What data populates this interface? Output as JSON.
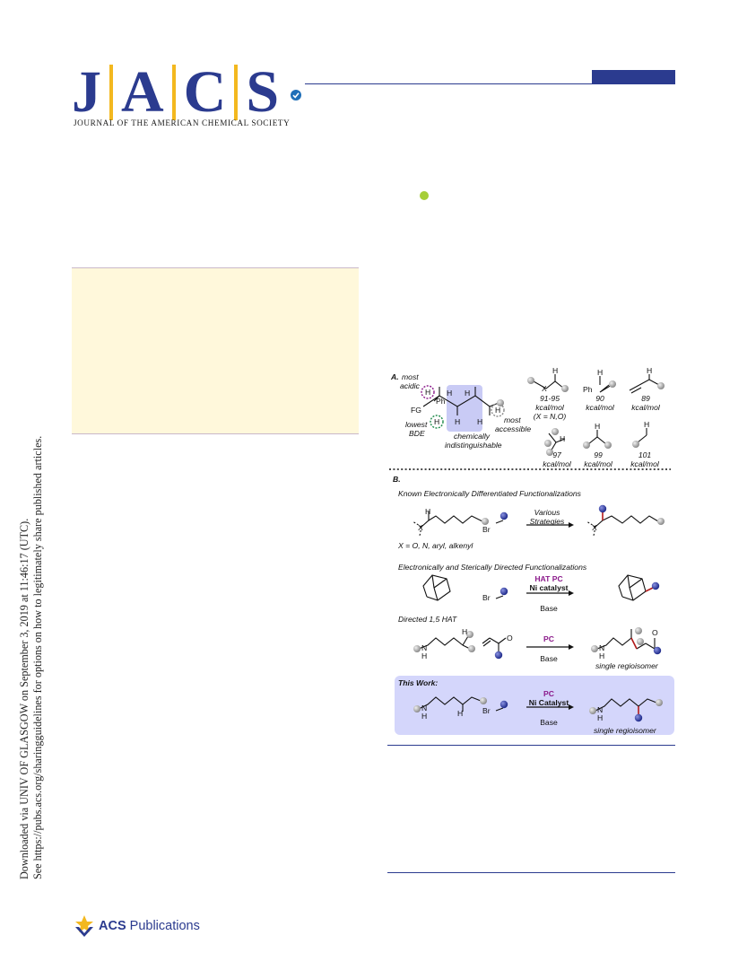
{
  "journal": {
    "logo_letters": [
      "J",
      "A",
      "C",
      "S"
    ],
    "logo_subtitle": "JOURNAL OF THE AMERICAN CHEMICAL SOCIETY"
  },
  "download_notice": {
    "line1": "Downloaded via UNIV OF GLASGOW on September 3, 2019 at 11:46:17 (UTC).",
    "line2": "See https://pubs.acs.org/sharingguidelines for options on how to legitimately share published articles."
  },
  "figure": {
    "panel_a": {
      "label": "A.",
      "most_acidic_1": "most",
      "most_acidic_2": "acidic",
      "lowest_bde_1": "lowest",
      "lowest_bde_2": "BDE",
      "fg": "FG",
      "ph": "Ph",
      "h": "H",
      "x": "X",
      "chem_indist_1": "chemically",
      "chem_indist_2": "indistinguishable",
      "most_accessible_1": "most",
      "most_accessible_2": "accessible",
      "bde_values": [
        {
          "l1": "91-95",
          "l2": "kcal/mol",
          "l3": "(X = N,O)"
        },
        {
          "l1": "90",
          "l2": "kcal/mol"
        },
        {
          "l1": "89",
          "l2": "kcal/mol"
        },
        {
          "l1": "97",
          "l2": "kcal/mol"
        },
        {
          "l1": "99",
          "l2": "kcal/mol"
        },
        {
          "l1": "101",
          "l2": "kcal/mol"
        }
      ]
    },
    "panel_b": {
      "label": "B.",
      "section1": "Known Electronically Differentiated Functionalizations",
      "various_1": "Various",
      "various_2": "Strategies",
      "x_def": "X = O, N, aryl, alkenyl",
      "br": "Br",
      "x": "X",
      "h": "H",
      "n": "N",
      "o": "O",
      "section2": "Electronically and Sterically Directed Functionalizations",
      "hat_pc": "HAT PC",
      "ni_catalyst": "Ni catalyst",
      "base": "Base",
      "section3": "Directed 1,5 HAT",
      "pc": "PC",
      "single_regio": "single regioisomer",
      "this_work": "This Work:",
      "ni_catalyst_cap": "Ni Catalyst"
    }
  },
  "footer": {
    "acs_bold": "ACS",
    "acs_rest": " Publications"
  },
  "colors": {
    "brand_blue": "#2b3b8f",
    "gold": "#f3b81f",
    "abstract_bg": "#fff8db",
    "highlight_box": "#d4d6fb",
    "purple": "#8b1a8b"
  }
}
